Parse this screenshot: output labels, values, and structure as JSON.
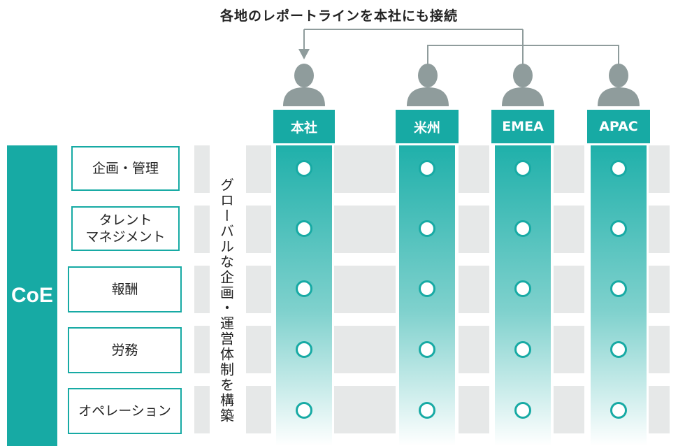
{
  "connector": {
    "title": "各地のレポートラインを本社にも接続"
  },
  "regions": [
    {
      "label": "本社",
      "icon": "person-icon"
    },
    {
      "label": "米州",
      "icon": "person-icon"
    },
    {
      "label": "EMEA",
      "icon": "person-icon"
    },
    {
      "label": "APAC",
      "icon": "person-icon"
    }
  ],
  "coe": {
    "label": "CoE"
  },
  "functions": [
    {
      "label": "企画・管理"
    },
    {
      "label": "タレント\nマネジメント"
    },
    {
      "label": "報酬"
    },
    {
      "label": "労務"
    },
    {
      "label": "オペレーション"
    }
  ],
  "global_note": "グローバルな企画・運営体制を構築",
  "colors": {
    "accent": "#17aaa4",
    "grid": "#e6e8e8",
    "person": "#8f9c9c",
    "line": "#8f9c9c"
  }
}
